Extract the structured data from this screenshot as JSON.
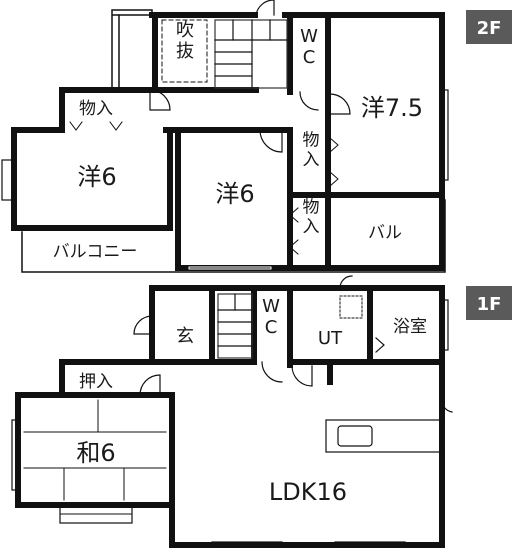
{
  "floors": {
    "upper": {
      "badge": "2F",
      "rooms": {
        "fukinuke": "吹\n抜",
        "wc": "W\nC",
        "storage_top": "物入",
        "western_75": "洋7.5",
        "western_6_left": "洋6",
        "western_6_center": "洋6",
        "storage_mid": "物\n入",
        "storage_low": "物\n入",
        "balcony_long": "バルコニー",
        "balcony_small": "バル"
      }
    },
    "lower": {
      "badge": "1F",
      "rooms": {
        "entrance": "玄",
        "wc": "W\nC",
        "utility": "UT",
        "bathroom": "浴室",
        "closet": "押入",
        "japanese_6": "和6",
        "ldk": "LDK16"
      }
    }
  },
  "colors": {
    "wall": "#111111",
    "badge_bg": "#5a5a5a",
    "line": "#333333",
    "stair_fill": "#ffffff"
  }
}
